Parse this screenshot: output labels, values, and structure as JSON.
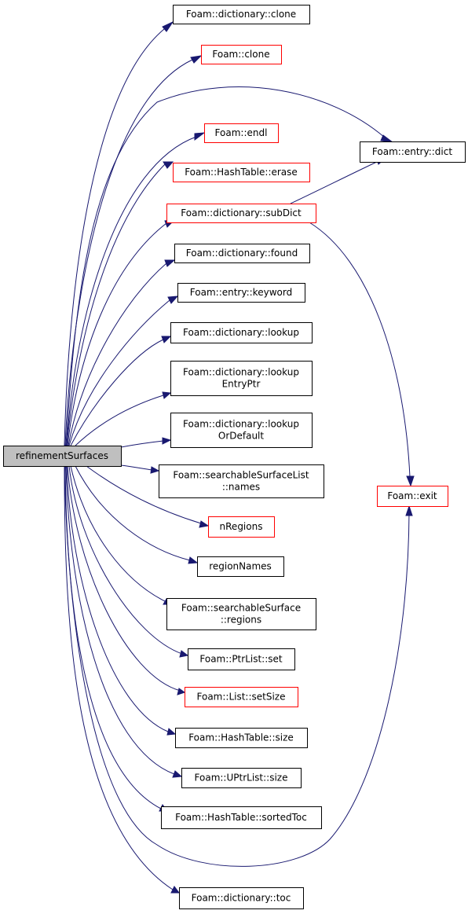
{
  "colors": {
    "edge": "#191970",
    "node_border_default": "#000000",
    "node_border_truncated": "#ff0000",
    "root_fill": "#bfbfbf",
    "node_fill": "#ffffff"
  },
  "nodes": {
    "root": {
      "lines": [
        "refinementSurfaces"
      ],
      "border": "black",
      "root": true
    },
    "dict_clone": {
      "lines": [
        "Foam::dictionary::clone"
      ],
      "border": "black"
    },
    "foam_clone": {
      "lines": [
        "Foam::clone"
      ],
      "border": "red"
    },
    "endl": {
      "lines": [
        "Foam::endl"
      ],
      "border": "red"
    },
    "ht_erase": {
      "lines": [
        "Foam::HashTable::erase"
      ],
      "border": "red"
    },
    "subdict": {
      "lines": [
        "Foam::dictionary::subDict"
      ],
      "border": "red"
    },
    "found": {
      "lines": [
        "Foam::dictionary::found"
      ],
      "border": "black"
    },
    "keyword": {
      "lines": [
        "Foam::entry::keyword"
      ],
      "border": "black"
    },
    "lookup": {
      "lines": [
        "Foam::dictionary::lookup"
      ],
      "border": "black"
    },
    "lookup_entry_ptr": {
      "lines": [
        "Foam::dictionary::lookup",
        "EntryPtr"
      ],
      "border": "black"
    },
    "lookup_or_default": {
      "lines": [
        "Foam::dictionary::lookup",
        "OrDefault"
      ],
      "border": "black"
    },
    "ssl_names": {
      "lines": [
        "Foam::searchableSurfaceList",
        "::names"
      ],
      "border": "black"
    },
    "nregions": {
      "lines": [
        "nRegions"
      ],
      "border": "red"
    },
    "region_names": {
      "lines": [
        "regionNames"
      ],
      "border": "black"
    },
    "ss_regions": {
      "lines": [
        "Foam::searchableSurface",
        "::regions"
      ],
      "border": "black"
    },
    "ptrlist_set": {
      "lines": [
        "Foam::PtrList::set"
      ],
      "border": "black"
    },
    "list_setsize": {
      "lines": [
        "Foam::List::setSize"
      ],
      "border": "red"
    },
    "ht_size": {
      "lines": [
        "Foam::HashTable::size"
      ],
      "border": "black"
    },
    "uptrlist_size": {
      "lines": [
        "Foam::UPtrList::size"
      ],
      "border": "black"
    },
    "ht_sortedtoc": {
      "lines": [
        "Foam::HashTable::sortedToc"
      ],
      "border": "black"
    },
    "dict_toc": {
      "lines": [
        "Foam::dictionary::toc"
      ],
      "border": "black"
    },
    "entry_dict": {
      "lines": [
        "Foam::entry::dict"
      ],
      "border": "black"
    },
    "exit": {
      "lines": [
        "Foam::exit"
      ],
      "border": "red"
    }
  },
  "edges": [
    [
      "root",
      "dict_clone"
    ],
    [
      "root",
      "foam_clone"
    ],
    [
      "root",
      "entry_dict"
    ],
    [
      "root",
      "endl"
    ],
    [
      "root",
      "ht_erase"
    ],
    [
      "root",
      "subdict"
    ],
    [
      "root",
      "found"
    ],
    [
      "root",
      "keyword"
    ],
    [
      "root",
      "lookup"
    ],
    [
      "root",
      "lookup_entry_ptr"
    ],
    [
      "root",
      "lookup_or_default"
    ],
    [
      "root",
      "ssl_names"
    ],
    [
      "root",
      "nregions"
    ],
    [
      "root",
      "region_names"
    ],
    [
      "root",
      "ss_regions"
    ],
    [
      "root",
      "ptrlist_set"
    ],
    [
      "root",
      "list_setsize"
    ],
    [
      "root",
      "ht_size"
    ],
    [
      "root",
      "uptrlist_size"
    ],
    [
      "root",
      "ht_sortedtoc"
    ],
    [
      "root",
      "exit"
    ],
    [
      "root",
      "dict_toc"
    ],
    [
      "subdict",
      "entry_dict"
    ],
    [
      "subdict",
      "exit"
    ]
  ]
}
